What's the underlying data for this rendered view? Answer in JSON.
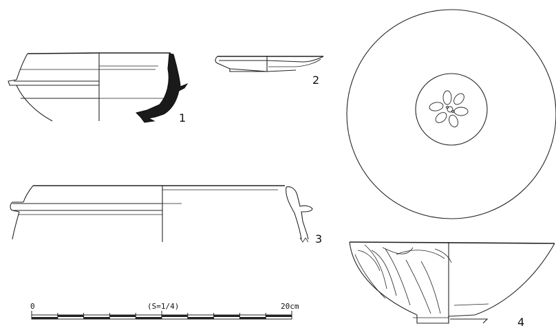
{
  "figures": [
    {
      "id": "fig-1",
      "label": "1"
    },
    {
      "id": "fig-2",
      "label": "2"
    },
    {
      "id": "fig-3",
      "label": "3"
    },
    {
      "id": "fig-4",
      "label": "4"
    }
  ],
  "scale": {
    "start_label": "0",
    "scale_text": "(S=1/4)",
    "end_label": "20cm",
    "divisions": 10
  },
  "colors": {
    "line": "#222222",
    "section_fill": "#1a1a1a"
  }
}
